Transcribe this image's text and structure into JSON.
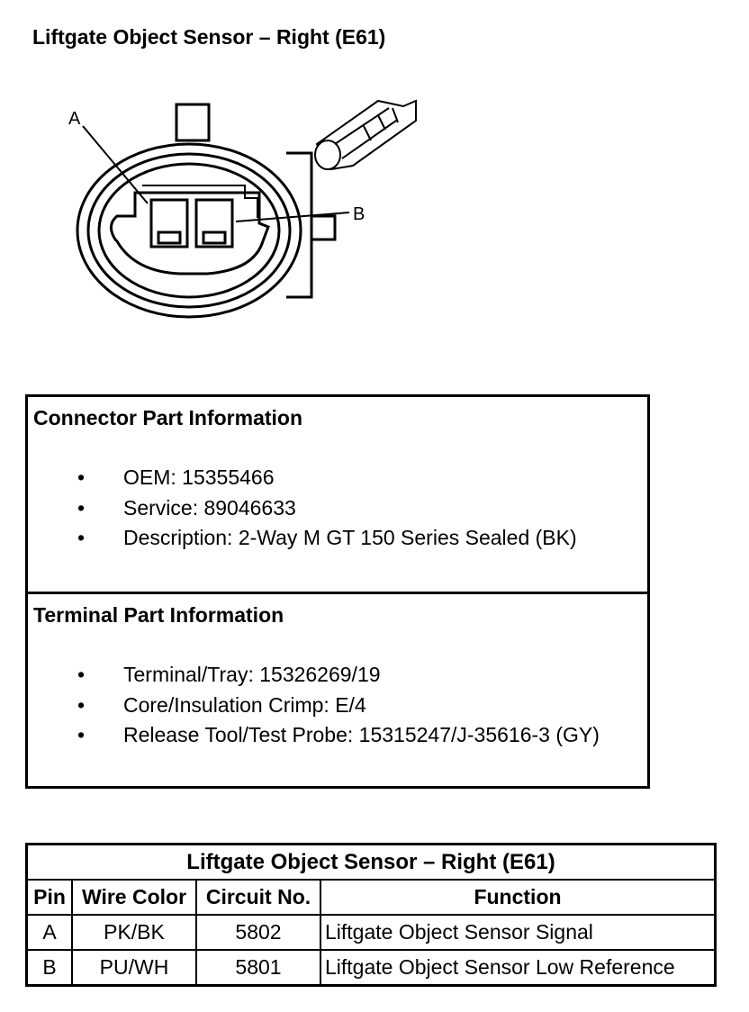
{
  "title": "Liftgate Object Sensor – Right (E61)",
  "diagram": {
    "label_a": "A",
    "label_b": "B"
  },
  "connector_info": {
    "heading": "Connector Part Information",
    "items": [
      "OEM: 15355466",
      "Service: 89046633",
      "Description: 2-Way M GT 150 Series Sealed (BK)"
    ]
  },
  "terminal_info": {
    "heading": "Terminal Part Information",
    "items": [
      "Terminal/Tray: 15326269/19",
      "Core/Insulation Crimp: E/4",
      "Release Tool/Test Probe: 15315247/J-35616-3 (GY)"
    ]
  },
  "pin_table": {
    "title": "Liftgate Object Sensor – Right (E61)",
    "headers": [
      "Pin",
      "Wire Color",
      "Circuit No.",
      "Function"
    ],
    "rows": [
      [
        "A",
        "PK/BK",
        "5802",
        "Liftgate Object Sensor Signal"
      ],
      [
        "B",
        "PU/WH",
        "5801",
        "Liftgate Object Sensor Low Reference"
      ]
    ]
  }
}
